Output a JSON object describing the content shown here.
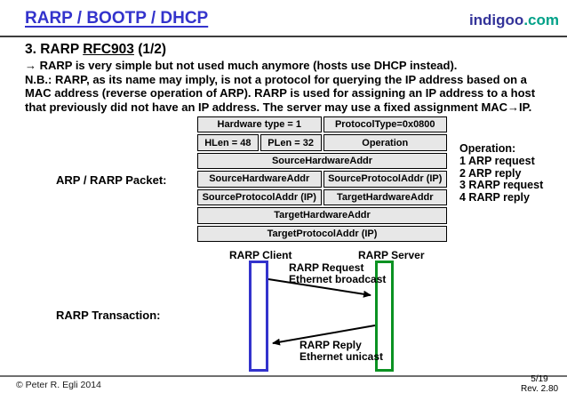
{
  "header": {
    "title": "RARP / BOOTP / DHCP",
    "logo_name": "indigoo",
    "logo_tld": ".com"
  },
  "content": {
    "heading_prefix": "3. RARP ",
    "heading_link": "RFC903",
    "heading_suffix": " (1/2)",
    "bullet_arrow": "→",
    "bullet_text": " RARP is very simple but not used much anymore (hosts use DHCP instead).",
    "nb_lines": [
      "N.B.: RARP, as its name may imply, is not a protocol for querying the IP address based on a",
      "MAC address (reverse operation of ARP). RARP is used for assigning an IP address to a host",
      "that previously did not have an IP address. The server may use a fixed assignment MAC→IP."
    ]
  },
  "packet": {
    "label": "ARP / RARP Packet:",
    "rows": [
      {
        "cells": [
          "Hardware type = 1",
          "ProtocolType=0x0800"
        ]
      },
      {
        "cells": [
          "HLen = 48",
          "PLen = 32",
          "Operation"
        ]
      },
      {
        "cells": [
          "SourceHardwareAddr"
        ]
      },
      {
        "cells": [
          "SourceHardwareAddr",
          "SourceProtocolAddr (IP)"
        ]
      },
      {
        "cells": [
          "SourceProtocolAddr (IP)",
          "TargetHardwareAddr"
        ]
      },
      {
        "cells": [
          "TargetHardwareAddr"
        ]
      },
      {
        "cells": [
          "TargetProtocolAddr (IP)"
        ]
      }
    ]
  },
  "operation_legend": {
    "title": "Operation:",
    "items": [
      "1 ARP request",
      "2 ARP reply",
      "3 RARP request",
      "4 RARP reply"
    ]
  },
  "transaction": {
    "label": "RARP Transaction:",
    "client_label": "RARP Client",
    "server_label": "RARP Server",
    "request_line1": "RARP Request",
    "request_line2": "Ethernet broadcast",
    "reply_line1": "RARP Reply",
    "reply_line2": "Ethernet unicast"
  },
  "footer": {
    "copyright": "© Peter R. Egli 2014",
    "page": "5/19",
    "revision": "Rev. 2.80"
  },
  "colors": {
    "title_blue": "#3333cc",
    "logo_blue": "#333399",
    "logo_teal": "#00a188",
    "client_blue": "#3333cc",
    "server_green": "#0b9222",
    "cell_bg": "#e7e7e7"
  }
}
